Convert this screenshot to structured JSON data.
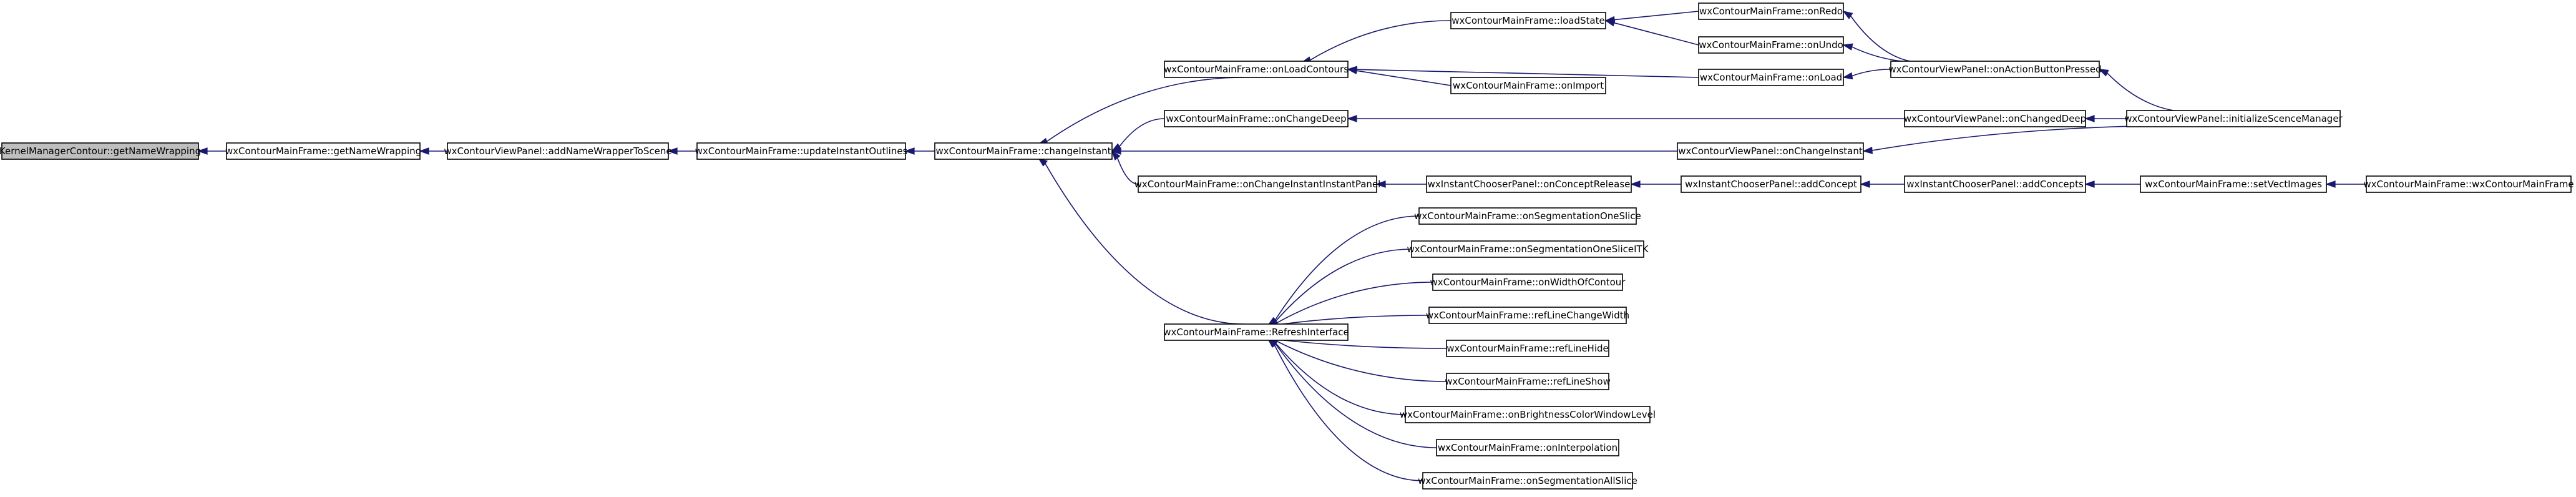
{
  "colors": {
    "edge": "#191970",
    "node_border": "#000000",
    "root_fill": "#bfbfbf",
    "node_fill": "#ffffff"
  },
  "nodes": {
    "n0": "KernelManagerContour::getNameWrapping",
    "n1": "wxContourMainFrame::getNameWrapping",
    "n2": "wxContourViewPanel::addNameWrapperToScene",
    "n3": "wxContourMainFrame::updateInstantOutlines",
    "n4": "wxContourMainFrame::changeInstant",
    "n5": "wxContourMainFrame::onLoadContours",
    "n6": "wxContourMainFrame::onChangeDeep",
    "n7": "wxContourMainFrame::onChangeInstantInstantPanel",
    "n8": "wxContourMainFrame::RefreshInterface",
    "n9": "wxContourMainFrame::loadState",
    "n10": "wxContourMainFrame::onImport",
    "n11": "wxContourMainFrame::onLoad",
    "n12": "wxContourMainFrame::onRedo",
    "n13": "wxContourMainFrame::onUndo",
    "n14": "wxContourViewPanel::onActionButtonPressed",
    "n15": "wxContourViewPanel::initializeScenceManager",
    "n16": "wxContourViewPanel::onChangedDeep",
    "n17": "wxContourViewPanel::onChangeInstant",
    "n18": "wxInstantChooserPanel::onConceptRelease",
    "n19": "wxInstantChooserPanel::addConcept",
    "n20": "wxInstantChooserPanel::addConcepts",
    "n21": "wxContourMainFrame::setVectImages",
    "n22": "wxContourMainFrame::wxContourMainFrame",
    "n23": "wxContourMainFrame::onSegmentationOneSlice",
    "n24": "wxContourMainFrame::onSegmentationOneSliceITK",
    "n25": "wxContourMainFrame::onWidthOfContour",
    "n26": "wxContourMainFrame::refLineChangeWidth",
    "n27": "wxContourMainFrame::refLineHide",
    "n28": "wxContourMainFrame::refLineShow",
    "n29": "wxContourMainFrame::onBrightnessColorWindowLevel",
    "n30": "wxContourMainFrame::onInterpolation",
    "n31": "wxContourMainFrame::onSegmentationAllSlice"
  }
}
